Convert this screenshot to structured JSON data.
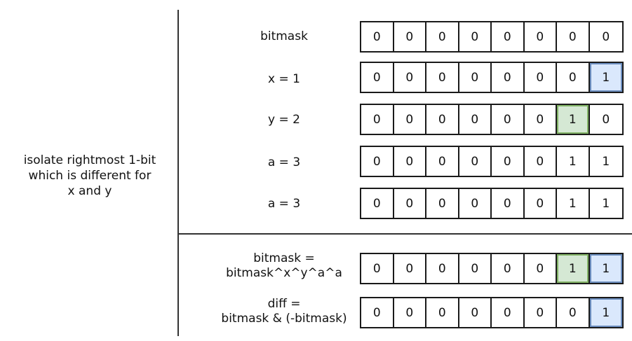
{
  "side_label": [
    "isolate rightmost 1-bit",
    "which is different for",
    "x and y"
  ],
  "rows": [
    {
      "label": [
        "bitmask"
      ],
      "bits": [
        "0",
        "0",
        "0",
        "0",
        "0",
        "0",
        "0",
        "0"
      ],
      "highlight": [
        "",
        "",
        "",
        "",
        "",
        "",
        "",
        ""
      ]
    },
    {
      "label": [
        "x = 1"
      ],
      "bits": [
        "0",
        "0",
        "0",
        "0",
        "0",
        "0",
        "0",
        "1"
      ],
      "highlight": [
        "",
        "",
        "",
        "",
        "",
        "",
        "",
        "blue"
      ]
    },
    {
      "label": [
        "y = 2"
      ],
      "bits": [
        "0",
        "0",
        "0",
        "0",
        "0",
        "0",
        "1",
        "0"
      ],
      "highlight": [
        "",
        "",
        "",
        "",
        "",
        "",
        "green",
        ""
      ]
    },
    {
      "label": [
        "a = 3"
      ],
      "bits": [
        "0",
        "0",
        "0",
        "0",
        "0",
        "0",
        "1",
        "1"
      ],
      "highlight": [
        "",
        "",
        "",
        "",
        "",
        "",
        "",
        ""
      ]
    },
    {
      "label": [
        "a = 3"
      ],
      "bits": [
        "0",
        "0",
        "0",
        "0",
        "0",
        "0",
        "1",
        "1"
      ],
      "highlight": [
        "",
        "",
        "",
        "",
        "",
        "",
        "",
        ""
      ]
    },
    {
      "label": [
        "bitmask =",
        "bitmask^x^y^a^a"
      ],
      "bits": [
        "0",
        "0",
        "0",
        "0",
        "0",
        "0",
        "1",
        "1"
      ],
      "highlight": [
        "",
        "",
        "",
        "",
        "",
        "",
        "green",
        "blue"
      ]
    },
    {
      "label": [
        "diff =",
        "bitmask & (-bitmask)"
      ],
      "bits": [
        "0",
        "0",
        "0",
        "0",
        "0",
        "0",
        "0",
        "1"
      ],
      "highlight": [
        "",
        "",
        "",
        "",
        "",
        "",
        "",
        "blue"
      ]
    }
  ],
  "colors": {
    "green_fill": "#d5e8d4",
    "green_stroke": "#82b366",
    "blue_fill": "#dae8fc",
    "blue_stroke": "#6c8ebf"
  }
}
